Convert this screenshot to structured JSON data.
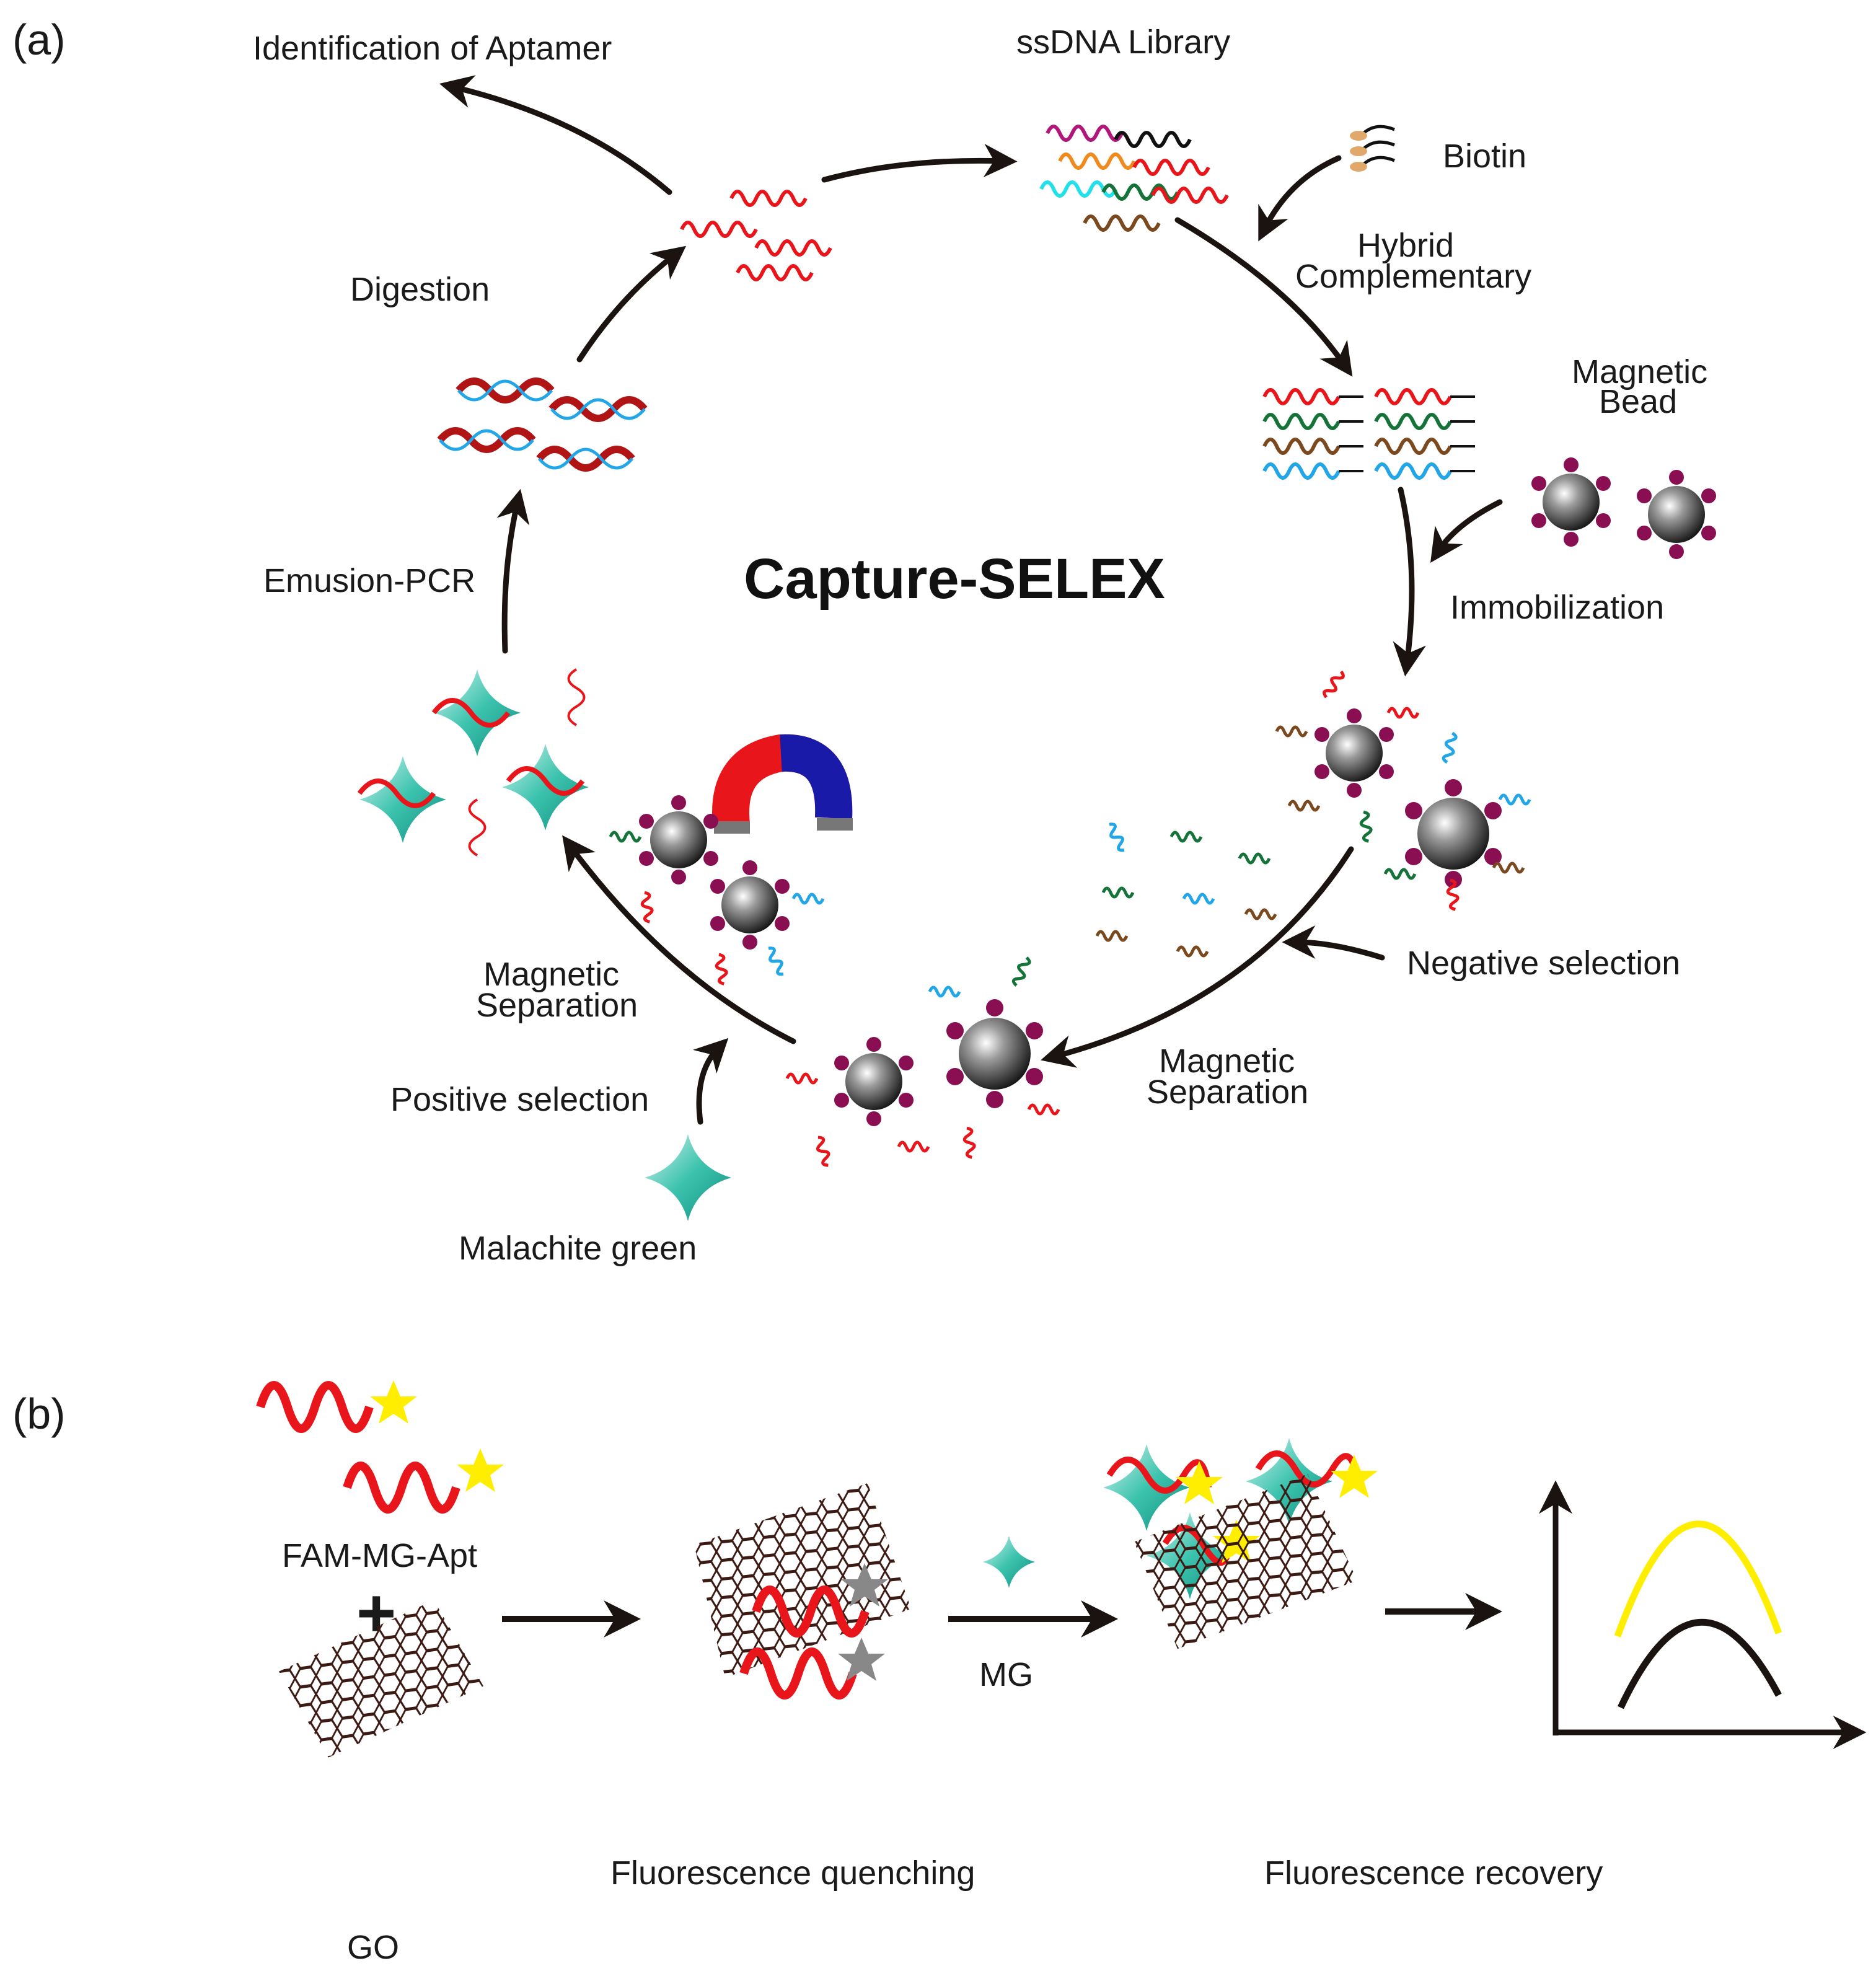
{
  "panel_a": {
    "label": "(a)",
    "title": "Capture-SELEX",
    "steps": {
      "identification": "Identification of Aptamer",
      "library": "ssDNA Library",
      "biotin": "Biotin",
      "hybrid_1": "Hybrid",
      "hybrid_2": "Complementary",
      "bead_1": "Magnetic",
      "bead_2": "Bead",
      "immobilization": "Immobilization",
      "negative": "Negative selection",
      "sep_right_1": "Magnetic",
      "sep_right_2": "Separation",
      "sep_left_1": "Magnetic",
      "sep_left_2": "Separation",
      "positive": "Positive selection",
      "malachite": "Malachite green",
      "pcr": "Emusion-PCR",
      "digestion": "Digestion"
    }
  },
  "panel_b": {
    "label": "(b)",
    "probe": "FAM-MG-Apt",
    "plus": "+",
    "go": "GO",
    "mg": "MG",
    "quenching": "Fluorescence quenching",
    "recovery": "Fluorescence recovery"
  },
  "colors": {
    "red_dna": "#e8151b",
    "green_dna": "#15733a",
    "brown_dna": "#7a4a1e",
    "blue_dna": "#22a6e8",
    "orange_dna": "#f08a1c",
    "magenta_dna": "#b0177a",
    "bead_dot": "#8a0f52",
    "mg_teal": "#34b8a6",
    "fam_yellow": "#ffee00",
    "go_brown": "#3a1a12",
    "arrow": "#1a1310"
  }
}
